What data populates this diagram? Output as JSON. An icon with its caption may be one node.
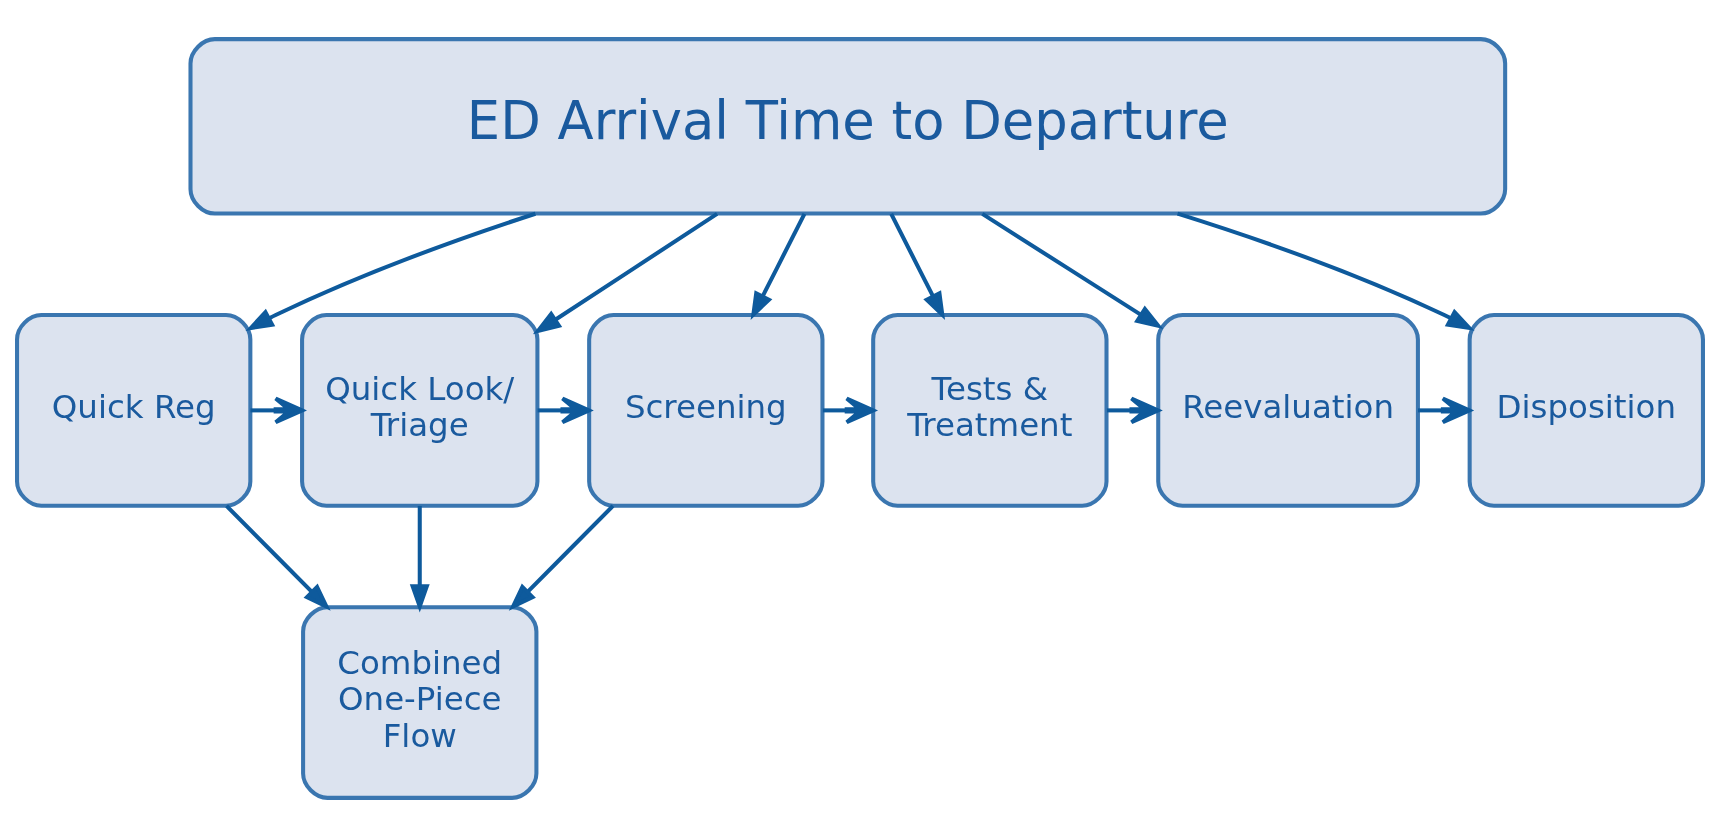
{
  "diagram": {
    "nodes": [
      {
        "text": [
          "ED Arrival Time to Departure"
        ]
      },
      {
        "text": [
          "Quick Reg"
        ]
      },
      {
        "text": [
          "Quick Look/ Triage"
        ]
      },
      {
        "text": [
          "Screening"
        ]
      },
      {
        "text": [
          "Tests & Treatment"
        ]
      },
      {
        "text": [
          "Reevaluation"
        ]
      },
      {
        "text": [
          "Disposition"
        ]
      },
      {
        "text": [
          "Combined One-Piece Flow"
        ]
      }
    ],
    "edges": [
      {
        "from": 1,
        "to": 2,
        "arrow": "to"
      },
      {
        "from": 2,
        "to": 3,
        "arrow": "to"
      },
      {
        "from": 3,
        "to": 4,
        "arrow": "to"
      },
      {
        "from": 4,
        "to": 5,
        "arrow": "to"
      },
      {
        "from": 5,
        "to": 6,
        "arrow": "to"
      },
      {
        "from": 0,
        "to": 1,
        "arrow": "to"
      },
      {
        "from": 0,
        "to": 2,
        "arrow": "to"
      },
      {
        "from": 0,
        "to": 3,
        "arrow": "to"
      },
      {
        "from": 0,
        "to": 4,
        "arrow": "to"
      },
      {
        "from": 0,
        "to": 5,
        "arrow": "to"
      },
      {
        "from": 0,
        "to": 6,
        "arrow": "to"
      },
      {
        "from": 1,
        "to": 7,
        "arrow": "to"
      },
      {
        "from": 2,
        "to": 7,
        "arrow": "to"
      },
      {
        "from": 3,
        "to": 7,
        "arrow": "to"
      }
    ]
  }
}
